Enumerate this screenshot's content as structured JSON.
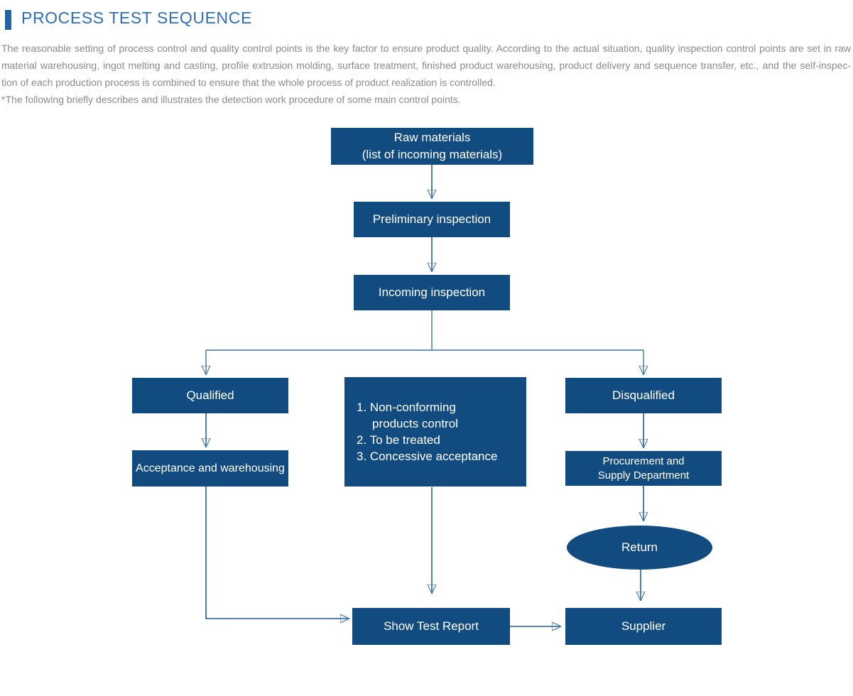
{
  "header": {
    "title": "PROCESS TEST SEQUENCE"
  },
  "intro": {
    "lines": [
      "The reasonable setting of process control and quality control points is the key factor to ensure product quality. According to the actual situation, quality inspection control points are set in raw",
      "material warehousing, ingot melting and casting, profile extrusion molding, surface treatment, finished product warehousing, product delivery and sequence transfer, etc., and the self-inspec-",
      "tion of each production process is combined to ensure that the whole process of product realization is controlled.",
      "*The following briefly describes and illustrates the detection work procedure of some main control points."
    ]
  },
  "flowchart": {
    "nodes": {
      "raw_materials": {
        "line1": "Raw materials",
        "line2": "(list of incoming materials)"
      },
      "preliminary_inspection": {
        "label": "Preliminary inspection"
      },
      "incoming_inspection": {
        "label": "Incoming inspection"
      },
      "qualified": {
        "label": "Qualified"
      },
      "non_conforming": {
        "items": [
          "1. Non-conforming\nproducts control",
          "2. To be treated",
          "3. Concessive acceptance"
        ]
      },
      "disqualified": {
        "label": "Disqualified"
      },
      "acceptance_warehousing": {
        "label": "Acceptance and warehousing"
      },
      "procurement_supply": {
        "line1": "Procurement and",
        "line2": "Supply Department"
      },
      "return": {
        "label": "Return"
      },
      "show_test_report": {
        "label": "Show Test Report"
      },
      "supplier": {
        "label": "Supplier"
      }
    }
  },
  "colors": {
    "node_fill": "#114b80",
    "node_text": "#ffffff",
    "connector_line": "#3f72a6",
    "arrowhead": "#12406f",
    "title_text": "#2f6eb5",
    "accent_bar": "#2263ad",
    "body_text": "#8a8a8a",
    "background": "#ffffff"
  }
}
